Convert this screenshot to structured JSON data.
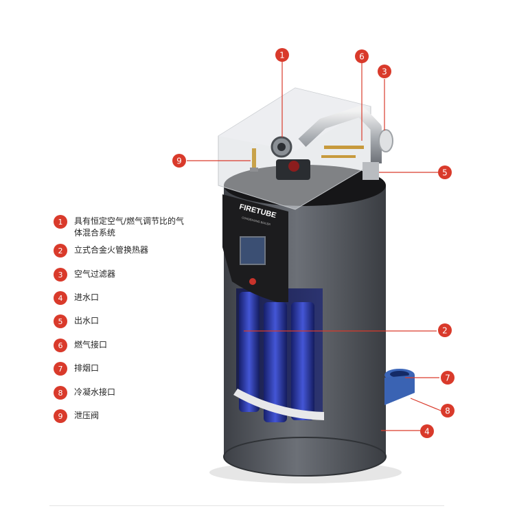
{
  "legend": [
    {
      "num": "1",
      "text": "具有恒定空气/燃气调节比的气体混合系统"
    },
    {
      "num": "2",
      "text": "立式合金火管换热器"
    },
    {
      "num": "3",
      "text": "空气过滤器"
    },
    {
      "num": "4",
      "text": "进水口"
    },
    {
      "num": "5",
      "text": "出水口"
    },
    {
      "num": "6",
      "text": "燃气接口"
    },
    {
      "num": "7",
      "text": "排烟口"
    },
    {
      "num": "8",
      "text": "冷凝水接口"
    },
    {
      "num": "9",
      "text": "泄压阀"
    }
  ],
  "callouts": [
    "1",
    "6",
    "3",
    "9",
    "5",
    "2",
    "7",
    "8",
    "4"
  ],
  "brand": {
    "name": "FIRETUBE",
    "sub": "CONDENSING BOILER"
  },
  "colors": {
    "accent": "#d93a2b",
    "body": "#5d6168",
    "tube": "#2a3a9e",
    "panel": "#1c1c1e"
  },
  "icons": [
    "numbered-badge-icon",
    "boiler-illustration"
  ]
}
